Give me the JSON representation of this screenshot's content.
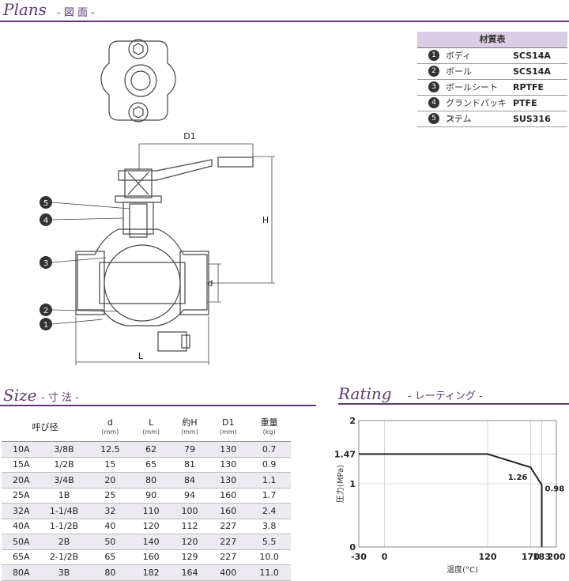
{
  "plans": {
    "title": "Plans",
    "subtitle": "- 図 面 -"
  },
  "materials": {
    "header": "材質表",
    "rows": [
      {
        "num": "1",
        "part": "ボディ",
        "material": "SCS14A"
      },
      {
        "num": "2",
        "part": "ボール",
        "material": "SCS14A"
      },
      {
        "num": "3",
        "part": "ボールシート",
        "material": "RPTFE"
      },
      {
        "num": "4",
        "part": "グランドパッキン",
        "material": "PTFE"
      },
      {
        "num": "5",
        "part": "ステム",
        "material": "SUS316"
      }
    ]
  },
  "drawing": {
    "dim_d1": "D1",
    "dim_h": "H",
    "dim_d": "d",
    "dim_l": "L",
    "callouts": [
      "5",
      "4",
      "3",
      "2",
      "1"
    ],
    "line_color": "#444444"
  },
  "size": {
    "title": "Size",
    "subtitle": "- 寸 法 -",
    "headers": [
      {
        "label": "呼び径",
        "unit": ""
      },
      {
        "label": "d",
        "unit": "(mm)"
      },
      {
        "label": "L",
        "unit": "(mm)"
      },
      {
        "label": "約H",
        "unit": "(mm)"
      },
      {
        "label": "D1",
        "unit": "(mm)"
      },
      {
        "label": "重量",
        "unit": "(kg)"
      }
    ],
    "rows": [
      [
        "10A",
        "3/8B",
        "12.5",
        "62",
        "79",
        "130",
        "0.7"
      ],
      [
        "15A",
        "1/2B",
        "15",
        "65",
        "81",
        "130",
        "0.9"
      ],
      [
        "20A",
        "3/4B",
        "20",
        "80",
        "84",
        "130",
        "1.1"
      ],
      [
        "25A",
        "1B",
        "25",
        "90",
        "94",
        "160",
        "1.7"
      ],
      [
        "32A",
        "1-1/4B",
        "32",
        "110",
        "100",
        "160",
        "2.4"
      ],
      [
        "40A",
        "1-1/2B",
        "40",
        "120",
        "112",
        "227",
        "3.8"
      ],
      [
        "50A",
        "2B",
        "50",
        "140",
        "120",
        "227",
        "5.5"
      ],
      [
        "65A",
        "2-1/2B",
        "65",
        "160",
        "129",
        "227",
        "10.0"
      ],
      [
        "80A",
        "3B",
        "80",
        "182",
        "164",
        "400",
        "11.0"
      ]
    ]
  },
  "rating": {
    "title": "Rating",
    "subtitle": "- レーティング -"
  },
  "chart_data": {
    "type": "line",
    "title": "",
    "xlabel": "温度(°C)",
    "ylabel": "圧力(MPa)",
    "xlim": [
      -30,
      200
    ],
    "ylim": [
      0,
      2
    ],
    "x_ticks": [
      -30,
      0,
      120,
      170,
      183,
      200
    ],
    "y_ticks": [
      0,
      1,
      1.47,
      2
    ],
    "grid": true,
    "line_color": "#222222",
    "series": [
      {
        "name": "",
        "x": [
          -30,
          120,
          170,
          183,
          183
        ],
        "y": [
          1.47,
          1.47,
          1.26,
          0.98,
          0
        ]
      }
    ],
    "annotations": [
      {
        "x": 170,
        "y": 1.26,
        "text": "1.26"
      },
      {
        "x": 183,
        "y": 0.98,
        "text": "0.98"
      }
    ]
  }
}
